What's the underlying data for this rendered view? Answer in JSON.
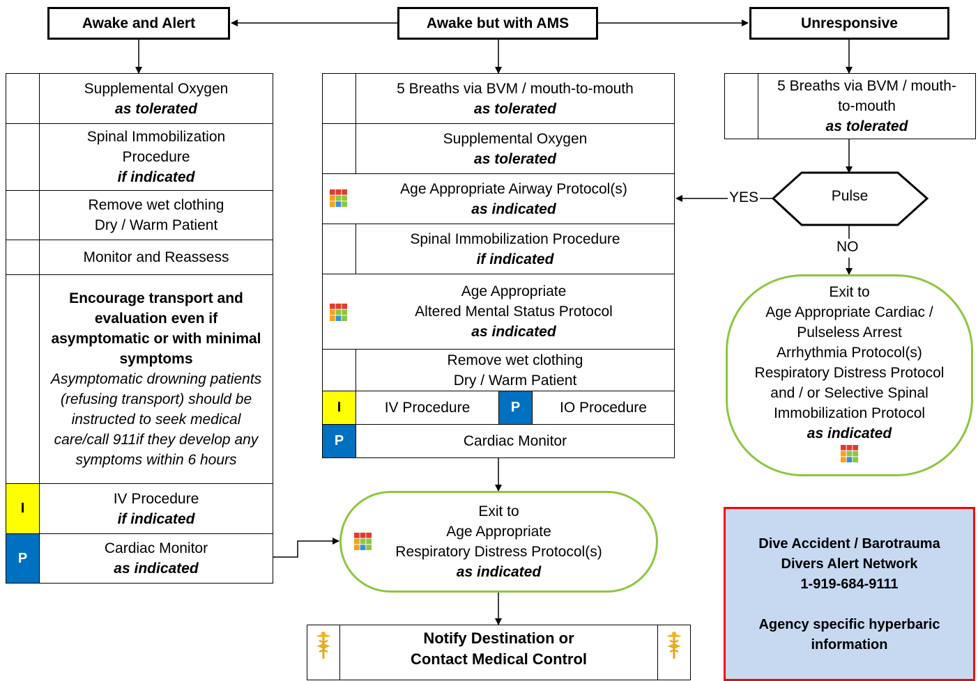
{
  "headers": {
    "alert": "Awake and Alert",
    "ams": "Awake but with AMS",
    "unresponsive": "Unresponsive"
  },
  "left": {
    "oxygen": {
      "line1": "Supplemental Oxygen",
      "line2": "as tolerated"
    },
    "spinal": {
      "line1": "Spinal Immobilization",
      "line2": "Procedure",
      "line3": "if indicated"
    },
    "wet": {
      "line1": "Remove wet clothing",
      "line2": "Dry / Warm Patient"
    },
    "monitor_reassess": "Monitor and Reassess",
    "encourage": {
      "bold": "Encourage transport and evaluation even if asymptomatic or with minimal symptoms",
      "italic": "Asymptomatic drowning patients (refusing transport) should be instructed to seek medical care/call 911if they develop any symptoms within 6 hours"
    },
    "iv": {
      "badge": "I",
      "line1": "IV Procedure",
      "line2": "if indicated"
    },
    "cardiac": {
      "badge": "P",
      "line1": "Cardiac Monitor",
      "line2": "as indicated"
    }
  },
  "middle": {
    "breaths": {
      "line1": "5 Breaths via BVM / mouth-to-mouth",
      "line2": "as tolerated"
    },
    "oxygen": {
      "line1": "Supplemental Oxygen",
      "line2": "as tolerated"
    },
    "airway": {
      "line1": "Age Appropriate Airway Protocol(s)",
      "line2": "as indicated"
    },
    "spinal": {
      "line1": "Spinal Immobilization Procedure",
      "line2": "if indicated"
    },
    "ams": {
      "line1": "Age Appropriate",
      "line2": "Altered Mental Status Protocol",
      "line3": "as indicated"
    },
    "wet": {
      "line1": "Remove wet clothing",
      "line2": "Dry / Warm Patient"
    },
    "iv": {
      "badge": "I",
      "label": "IV Procedure"
    },
    "io": {
      "badge": "P",
      "label": "IO Procedure"
    },
    "cardiac": {
      "badge": "P",
      "label": "Cardiac Monitor"
    }
  },
  "right": {
    "breaths": {
      "line1": "5 Breaths via BVM / mouth-",
      "line2": "to-mouth",
      "line3": "as tolerated"
    },
    "pulse": "Pulse",
    "yes": "YES",
    "no": "NO",
    "exit": {
      "lines": [
        "Exit to",
        "Age Appropriate Cardiac /",
        "Pulseless Arrest",
        "Arrhythmia Protocol(s)",
        "Respiratory Distress Protocol",
        "and / or Selective Spinal",
        "Immobilization Protocol"
      ],
      "emph": "as indicated"
    }
  },
  "exit_resp": {
    "line1": "Exit to",
    "line2": "Age Appropriate",
    "line3": "Respiratory Distress Protocol(s)",
    "line4": "as indicated"
  },
  "notify": {
    "line1": "Notify Destination or",
    "line2": "Contact Medical Control"
  },
  "info": {
    "line1": "Dive Accident / Barotrauma",
    "line2": "Divers Alert Network",
    "line3": "1-919-684-9111",
    "line4": "Agency specific hyperbaric",
    "line5": "information"
  },
  "colors": {
    "cert_i": "#ffff00",
    "cert_p": "#0070c0",
    "exit_border": "#8dc63f",
    "info_border": "#ff0000",
    "info_fill": "#c6d9f1"
  },
  "icons": {
    "protocol": "protocol-grid-icon",
    "medical": "caduceus-icon"
  }
}
